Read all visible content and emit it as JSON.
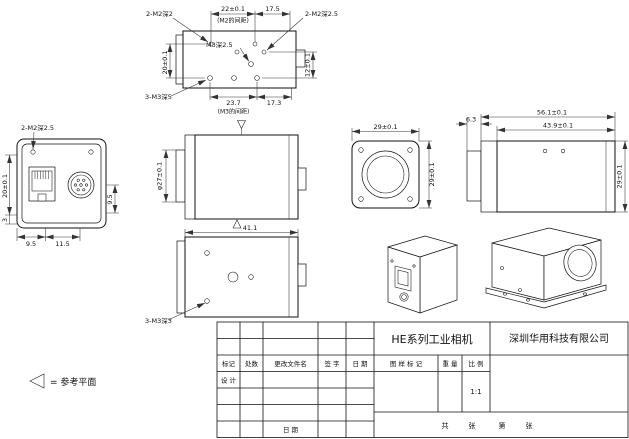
{
  "front": {
    "label": "2-M2深2.5",
    "dim20": "20±0.1",
    "dim3": "3",
    "d95a": "9.5",
    "d115": "11.5",
    "d95r": "9.5"
  },
  "top": {
    "m2_label": "2-M2深2",
    "d22": "22±0.1",
    "m2_note": "(M2的间距)",
    "d175": "17.5",
    "m25_label": "2-M2深2.5",
    "m3c_label": "M3深2.5",
    "d20": "20±0.1",
    "d12": "12±0.1",
    "m3b_label": "3-M3深5",
    "d237": "23.7",
    "m3_note": "(M3的间距)",
    "d173": "17.3"
  },
  "side": {
    "phi": "φ27±0.1"
  },
  "bottom": {
    "d411": "41.1",
    "m3_label": "3-M3深3"
  },
  "face": {
    "dw": "29±0.1",
    "dh": "29±0.1"
  },
  "right": {
    "d63": "6.3",
    "d561": "56.1±0.1",
    "d439": "43.9±0.1",
    "d29": "29±0.1"
  },
  "legend": {
    "text": "= 参考平面"
  },
  "title_block": {
    "product": "HE系列工业相机",
    "company": "深圳华用科技有限公司",
    "col_mark": "标记",
    "col_count": "处数",
    "col_file": "更改文件名",
    "col_sign": "签 字",
    "col_date": "日 期",
    "row_design": "设 计",
    "row_date": "日 期",
    "h_mark": "图 样 标 记",
    "h_weight": "重 量",
    "h_scale": "比 例",
    "scale_value": "1:1",
    "s_gong": "共",
    "s_zhang1": "张",
    "s_di": "第",
    "s_zhang2": "张"
  }
}
